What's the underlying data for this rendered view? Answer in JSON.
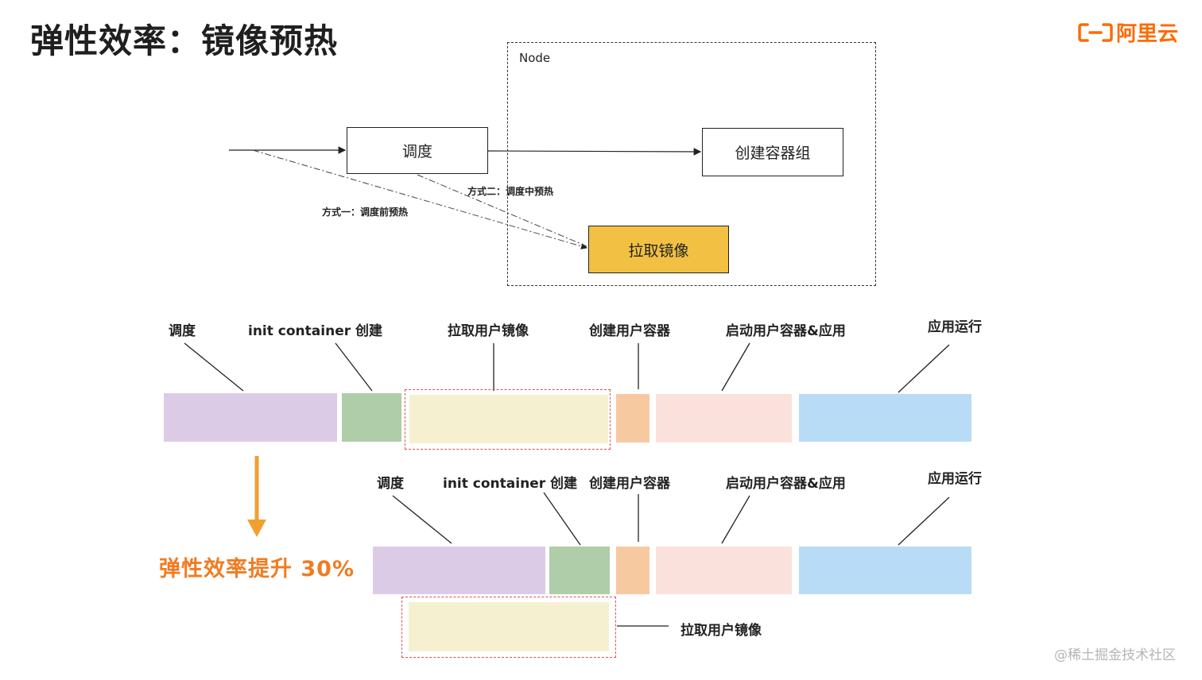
{
  "title": "弹性效率：镜像预热",
  "logo": {
    "text": "阿里云",
    "icon": "aliyun-logo-icon",
    "color": "#ff6a00"
  },
  "flow": {
    "node_label": "Node",
    "schedule": "调度",
    "create_pod": "创建容器组",
    "pull_image": "拉取镜像",
    "method_one": "方式一：调度前预热",
    "method_two": "方式二：调度中预热"
  },
  "timeline_before": {
    "labels": {
      "schedule": "调度",
      "init_container": "init container 创建",
      "pull_user_image": "拉取用户镜像",
      "create_user_container": "创建用户容器",
      "start_container_app": "启动用户容器&应用",
      "app_running": "应用运行"
    }
  },
  "timeline_after": {
    "labels": {
      "schedule": "调度",
      "init_container": "init container 创建",
      "create_user_container": "创建用户容器",
      "start_container_app": "启动用户容器&应用",
      "app_running": "应用运行",
      "pull_user_image": "拉取用户镜像"
    }
  },
  "result": "弹性效率提升 30%",
  "colors": {
    "schedule": "#dccbe6",
    "init_container": "#aecda8",
    "pull_image": "#f5f0cf",
    "create_container": "#f7c9a0",
    "start_app": "#fbe1dc",
    "app_running": "#b8dcf5",
    "accent_orange": "#f0a030",
    "pull_box_yellow": "#f2c043"
  },
  "watermark": "@稀土掘金技术社区"
}
